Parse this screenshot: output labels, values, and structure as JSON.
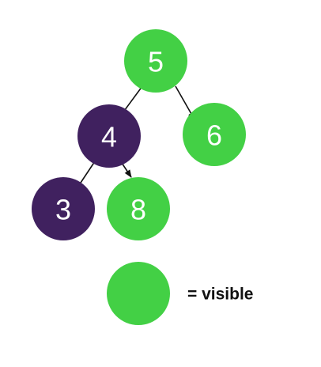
{
  "colors": {
    "visible": "#43d045",
    "hidden": "#40215f",
    "edge": "#111111"
  },
  "tree": {
    "nodes": [
      {
        "id": "n5",
        "label": "5",
        "state": "visible"
      },
      {
        "id": "n4",
        "label": "4",
        "state": "hidden"
      },
      {
        "id": "n6",
        "label": "6",
        "state": "visible"
      },
      {
        "id": "n3",
        "label": "3",
        "state": "hidden"
      },
      {
        "id": "n8",
        "label": "8",
        "state": "visible"
      }
    ],
    "edges": [
      {
        "from": "n5",
        "to": "n4"
      },
      {
        "from": "n5",
        "to": "n6"
      },
      {
        "from": "n4",
        "to": "n3"
      },
      {
        "from": "n4",
        "to": "n8"
      }
    ]
  },
  "legend": {
    "label": "= visible",
    "state": "visible"
  }
}
